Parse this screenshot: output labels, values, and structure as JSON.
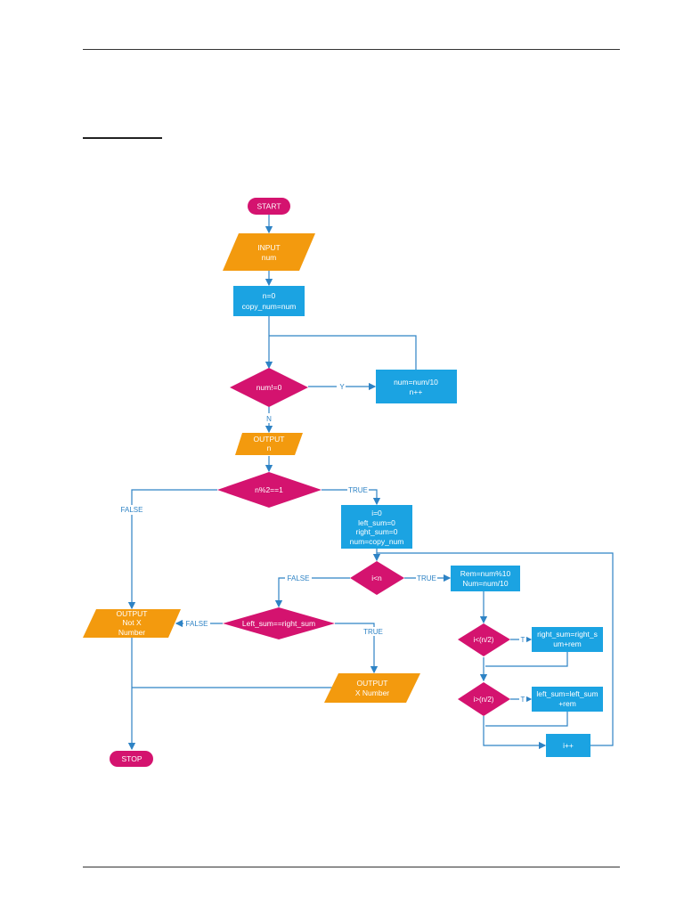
{
  "colors": {
    "terminal": "#d4136f",
    "io": "#f39a0e",
    "process": "#1ba3e2",
    "decision": "#d4136f",
    "line": "#2e83c5",
    "label_text": "#2e83c5",
    "shape_text": "#ffffff"
  },
  "flowchart": {
    "start": "START",
    "input": [
      "INPUT",
      "num"
    ],
    "init": [
      "n=0",
      "copy_num=num"
    ],
    "decision_num": "num!=0",
    "yes_label": "Y",
    "no_label": "N",
    "digit_step": [
      "num=num/10",
      "n++"
    ],
    "output_n": [
      "OUTPUT",
      "n"
    ],
    "decision_mod": "n%2==1",
    "true_label_1": "TRUE",
    "false_label_1": "FALSE",
    "init_loop": [
      "i=0",
      "left_sum=0",
      "right_sum=0",
      "num=copy_num"
    ],
    "decision_i": "i<n",
    "true_label_2": "TRUE",
    "false_label_2": "FALSE",
    "rem_step": [
      "Rem=num%10",
      "Num=num/10"
    ],
    "decision_lt": "i<(n/2)",
    "t_label_1": "T",
    "right_sum_step": [
      "right_sum=right_s",
      "um+rem"
    ],
    "decision_gt": "i>(n/2)",
    "t_label_2": "T",
    "left_sum_step": [
      "left_sum=left_sum",
      "+rem"
    ],
    "inc_step": "i++",
    "decision_eq": "Left_sum==right_sum",
    "false_label_3": "FALSE",
    "true_label_3": "TRUE",
    "output_not": [
      "OUTPUT",
      "Not X",
      "Number"
    ],
    "output_x": [
      "OUTPUT",
      "X Number"
    ],
    "stop": "STOP"
  }
}
